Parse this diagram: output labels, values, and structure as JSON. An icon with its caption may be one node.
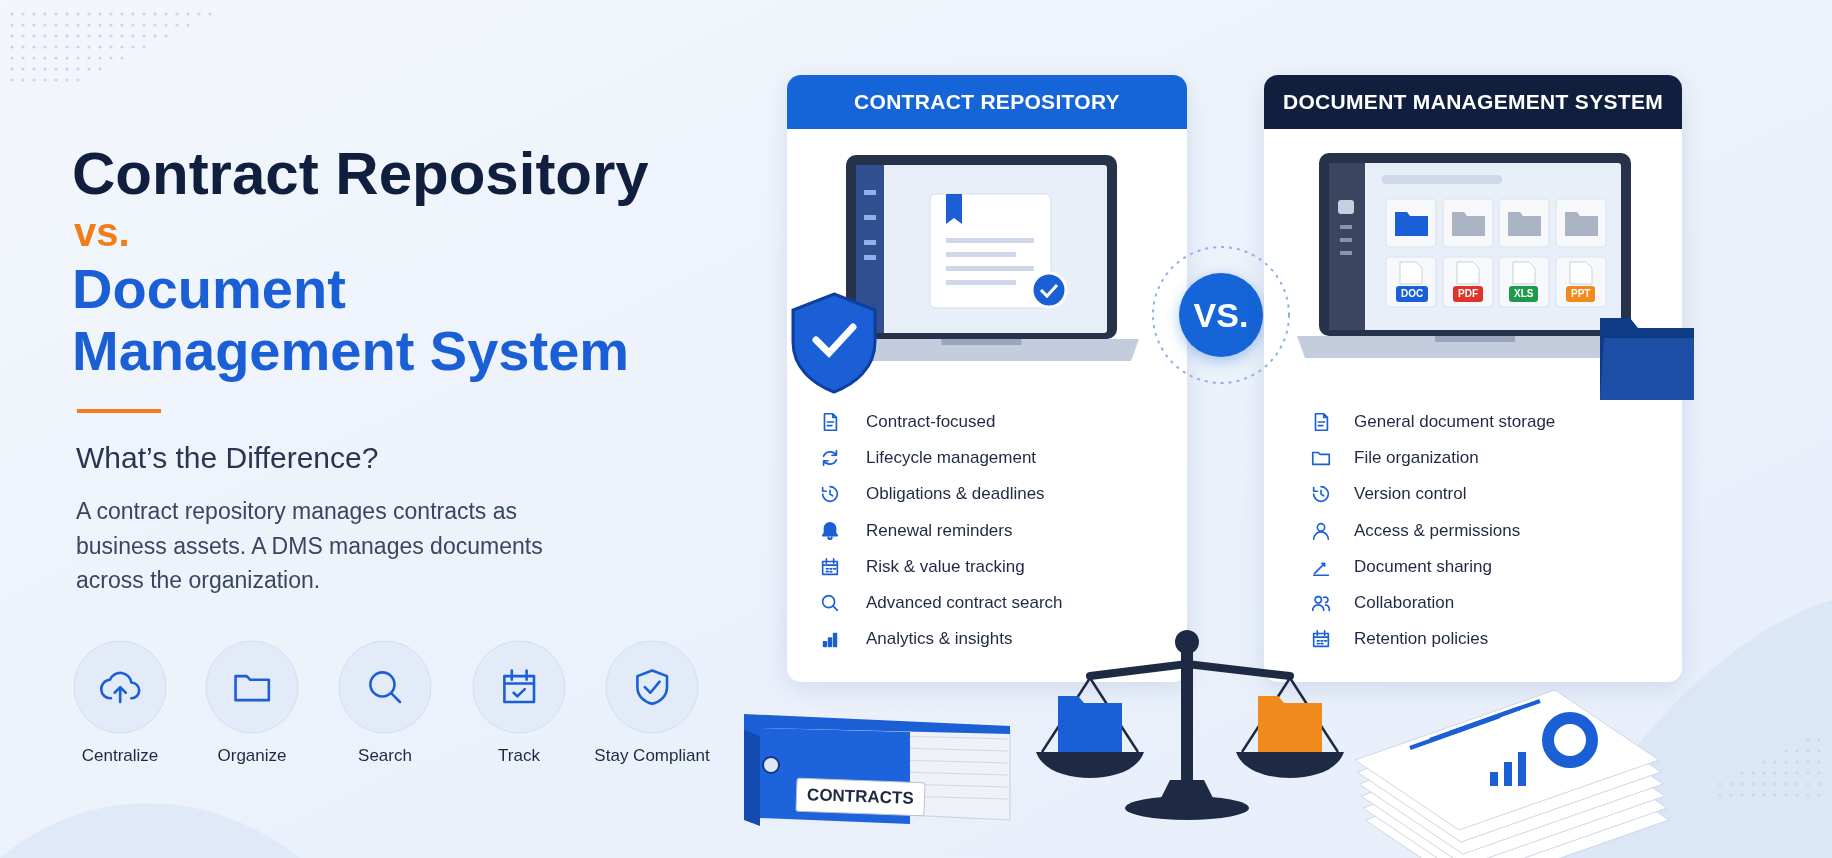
{
  "diagram": {
    "nodes": [
      {
        "text": [
          "CONTRACT REPOSITORY",
          "Contract-focused",
          "Lifecycle management",
          "Obligations & deadlines",
          "Renewal reminders",
          "Risk & value tracking",
          "Advanced contract search",
          "Analytics & insights"
        ]
      },
      {
        "text": [
          "VS."
        ]
      },
      {
        "text": [
          "DOCUMENT MANAGEMENT SYSTEM",
          "General document storage",
          "File organization",
          "Version control",
          "Access & permissions",
          "Document sharing",
          "Collaboration",
          "Retention policies"
        ]
      }
    ],
    "labels": [
      "Contract Repository",
      "vs.",
      "Document Management System",
      "What’s the Difference?",
      "A contract repository manages contracts as business assets. A DMS manages documents across the organization.",
      "Centralize",
      "Organize",
      "Search",
      "Track",
      "Stay Compliant",
      "CONTRACTS",
      "DOC",
      "PDF",
      "XLS",
      "PPT"
    ]
  }
}
